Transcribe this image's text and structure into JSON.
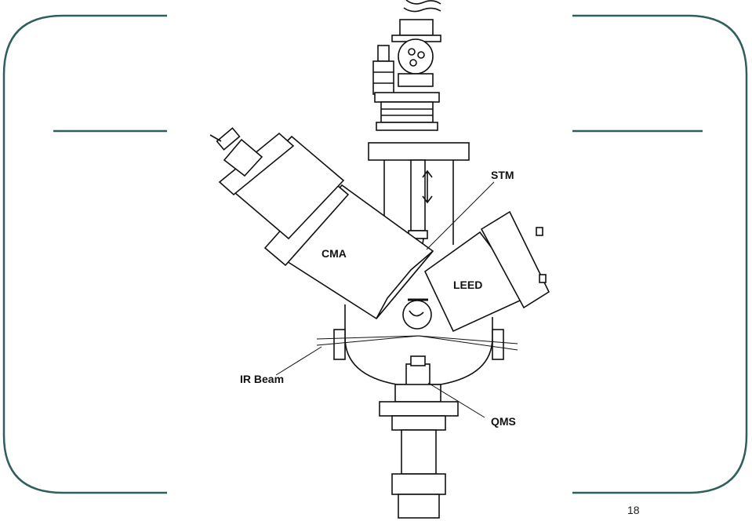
{
  "theme": {
    "frame_color": "#2f5f5c",
    "ink_color": "#111111",
    "background": "#ffffff"
  },
  "diagram": {
    "labels": {
      "stm": "STM",
      "cma": "CMA",
      "leed": "LEED",
      "ir_beam": "IR Beam",
      "qms": "QMS"
    }
  },
  "slide": {
    "number": "18"
  }
}
